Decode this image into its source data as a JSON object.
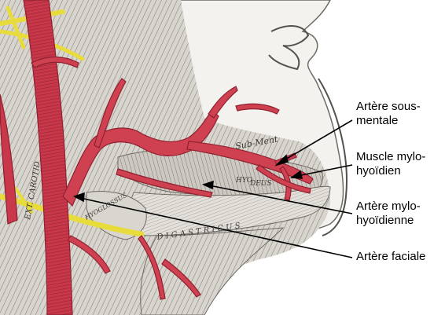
{
  "labels": {
    "arteres_sous_mentale": "Artère sous-\nmentale",
    "muscle_mylohyoidien": "Muscle mylo-\nhyoïdien",
    "artere_mylohyoidienne": "Artère mylo-\nhyoïdienne",
    "artere_faciale": "Artère faciale"
  },
  "engraved_words": [
    "Sub-Ment",
    "HYO",
    "DEUS",
    "D I G A S T R I C U S",
    "HYOGLOSSUS",
    "EXT. CAROTID"
  ],
  "colors": {
    "artery": "#d14250",
    "artery_dark": "#9d2430",
    "muscle": "#cfcbc5",
    "muscle_lines": "#8b8780",
    "nerve": "#e8dc3d",
    "skin": "#f2f0ec",
    "leader_line": "#000000"
  }
}
